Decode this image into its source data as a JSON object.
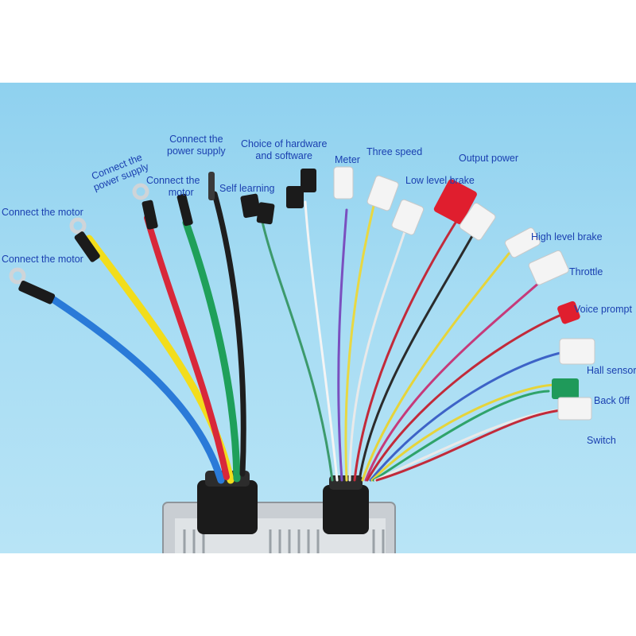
{
  "labels": {
    "motor_1": "Connect the motor",
    "motor_2": "Connect the motor",
    "power_supply_rotated": "Connect the power supply",
    "motor_3_line1": "Connect the",
    "motor_3_line2": "motor",
    "power_supply_line1": "Connect the",
    "power_supply_line2": "power supply",
    "self_learning": "Self learning",
    "choice_line1": "Choice of hardware",
    "choice_line2": "and software",
    "meter": "Meter",
    "three_speed": "Three speed",
    "low_level_brake": "Low level brake",
    "output_power": "Output power",
    "high_level_brake": "High level brake",
    "throttle": "Throttle",
    "voice_prompt": "Voice prompt",
    "hall_sensor": "Hall sensor",
    "back_off": "Back 0ff",
    "switch": "Switch"
  },
  "colors": {
    "background": "#a6dcf3",
    "label_text": "#1a3fb0",
    "wire_blue": "#2a7ad8",
    "wire_yellow": "#f2dd1c",
    "wire_red": "#d8283a",
    "wire_green": "#1fa05a",
    "wire_black": "#1e1e1e"
  }
}
